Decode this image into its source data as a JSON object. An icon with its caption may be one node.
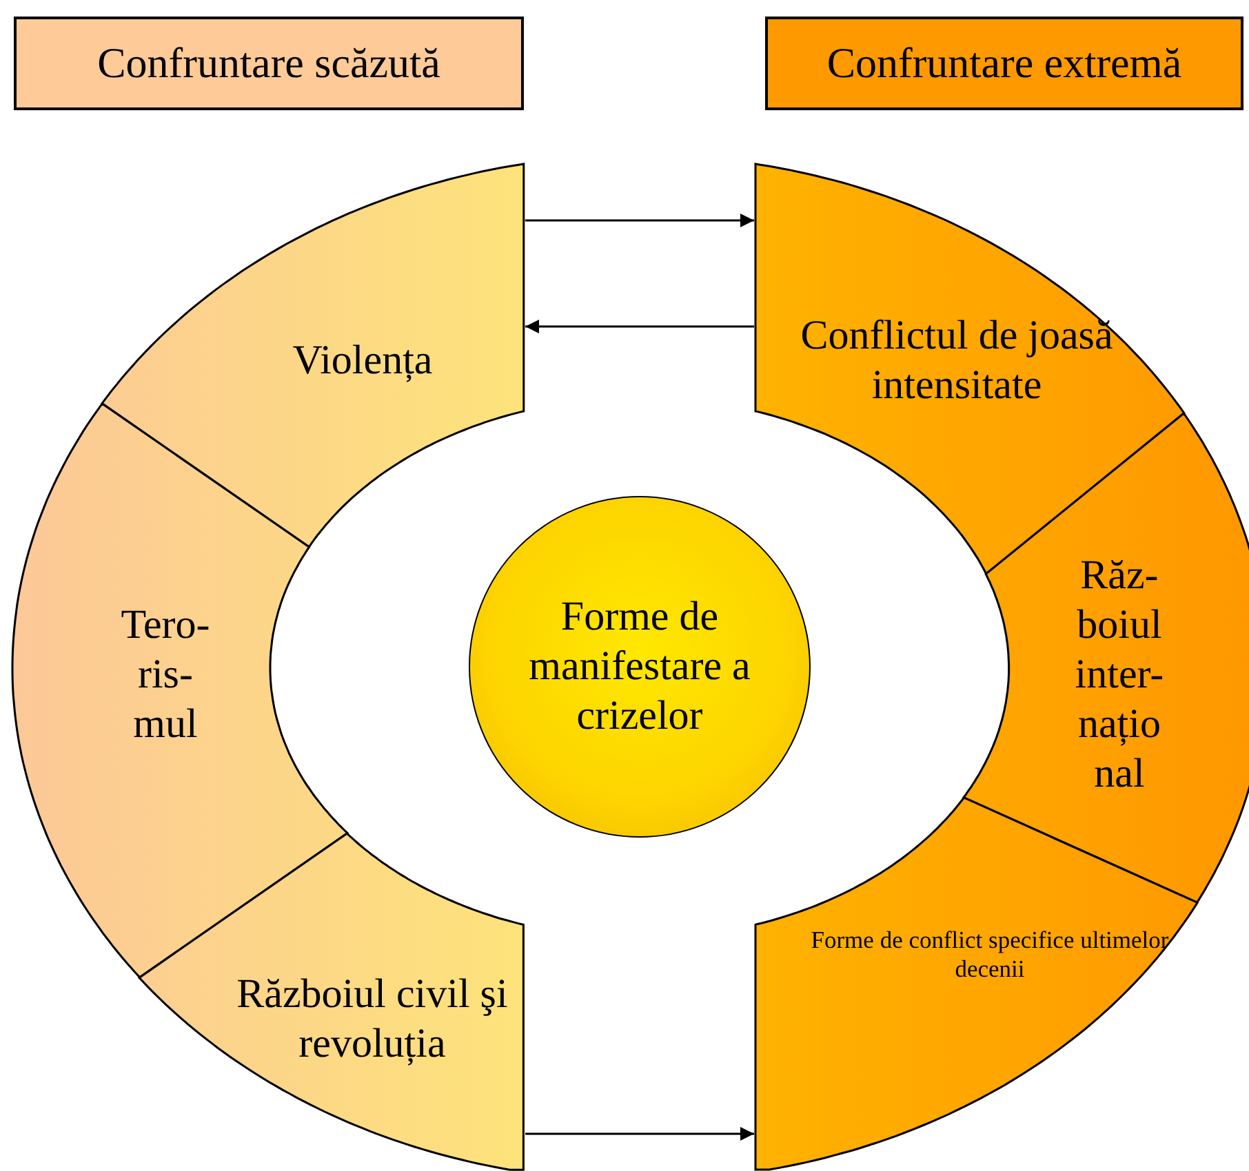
{
  "diagram": {
    "nodes": [
      {
        "text": [
          "Confruntare scăzută"
        ]
      },
      {
        "text": [
          "Confruntare extremă"
        ]
      },
      {
        "text": [
          "Violența"
        ]
      },
      {
        "text": [
          "Tero- ris- mul"
        ]
      },
      {
        "text": [
          "Războiul civil şi revoluția"
        ]
      },
      {
        "text": [
          "Conflictul de joasă intensitate"
        ]
      },
      {
        "text": [
          "Răz- boiul inter- națio nal"
        ]
      },
      {
        "text": [
          "Forme de conflict specifice ultimelor decenii"
        ]
      },
      {
        "text": [
          "Forme de manifestare a crizelor"
        ]
      }
    ],
    "edges": [
      {
        "from": 2,
        "to": 5,
        "arrow": "to"
      },
      {
        "from": 5,
        "to": 2,
        "arrow": "to"
      },
      {
        "from": 4,
        "to": 7,
        "arrow": "to"
      }
    ]
  }
}
